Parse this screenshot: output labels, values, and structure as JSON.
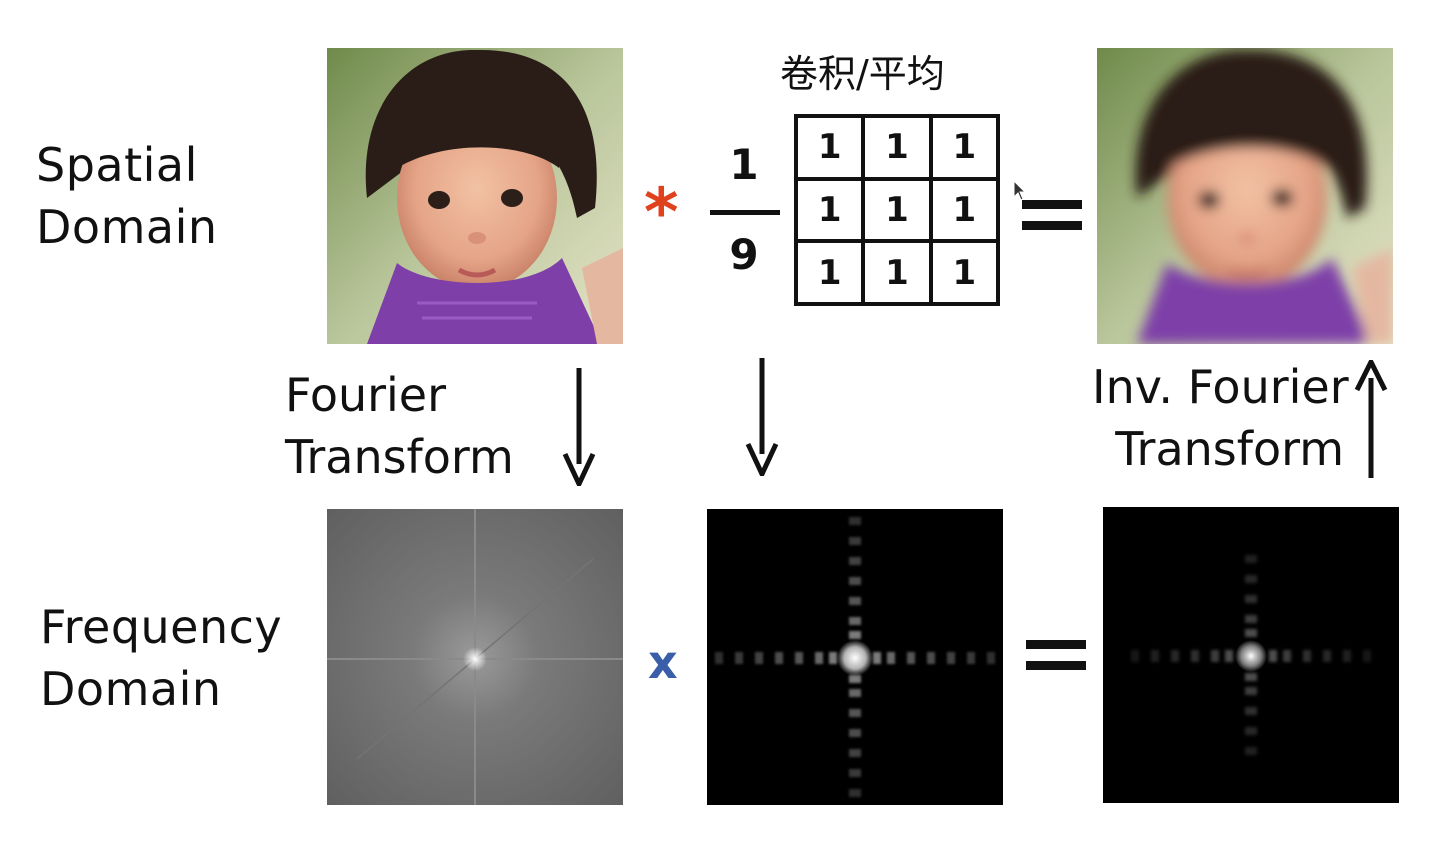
{
  "labels": {
    "spatial_line1": "Spatial",
    "spatial_line2": "Domain",
    "frequency_line1": "Frequency",
    "frequency_line2": "Domain",
    "fourier_line1": "Fourier",
    "fourier_line2": "Transform",
    "inv_fourier_line1": "Inv. Fourier",
    "inv_fourier_line2": "Transform",
    "kernel_title": "卷积/平均"
  },
  "operators": {
    "convolve": "*",
    "multiply": "x"
  },
  "kernel": {
    "numerator": "1",
    "denominator": "9",
    "cells": [
      "1",
      "1",
      "1",
      "1",
      "1",
      "1",
      "1",
      "1",
      "1"
    ]
  },
  "colors": {
    "convolve_symbol": "#e0421e",
    "multiply_symbol": "#3a5fa8",
    "text": "#111111"
  },
  "icons": {
    "down_arrow": "arrow-down-icon",
    "up_arrow": "arrow-up-icon"
  }
}
